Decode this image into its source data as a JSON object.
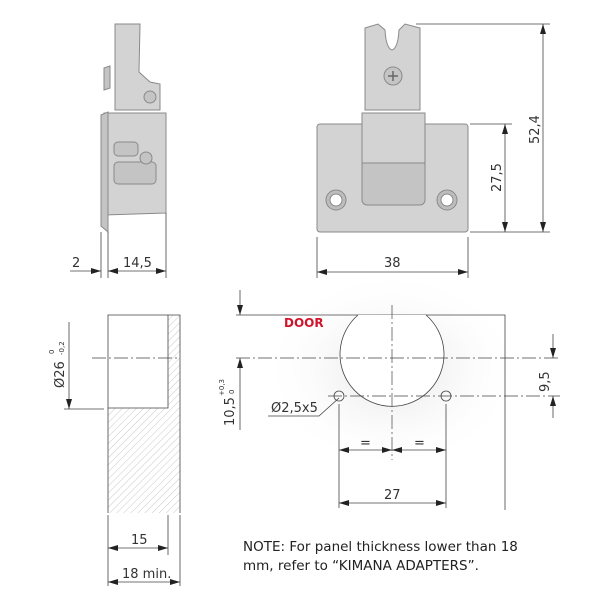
{
  "side_view": {
    "dim_flange": "2",
    "dim_depth": "14,5"
  },
  "front_view": {
    "dim_width": "38",
    "dim_base_height": "27,5",
    "dim_total_height": "52,4"
  },
  "section_view": {
    "dim_diameter": "Ø26",
    "tol_upper": "0",
    "tol_lower": "-0,2",
    "dim_bore_depth": "15",
    "dim_panel_min": "18 min."
  },
  "drilling_view": {
    "door_label": "DOOR",
    "door_label_color": "#d0142c",
    "dim_edge": "10,5",
    "tol_upper": "+0,3",
    "tol_lower": "0",
    "dim_hole_offset": "9,5",
    "hole_spec": "Ø2,5x5",
    "equal_mark": "=",
    "dim_hole_spacing": "27"
  },
  "note": {
    "line1": "NOTE: For panel thickness lower than 18",
    "line2": "mm, refer to “KIMANA ADAPTERS”."
  }
}
